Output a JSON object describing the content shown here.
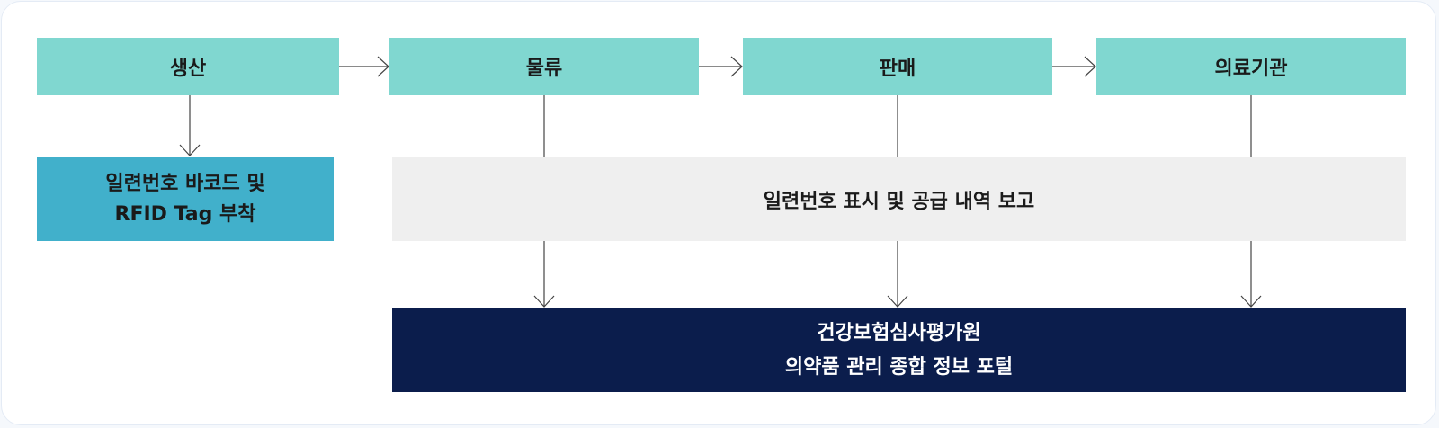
{
  "stages": [
    {
      "label": "생산"
    },
    {
      "label": "물류"
    },
    {
      "label": "판매"
    },
    {
      "label": "의료기관"
    }
  ],
  "rfid_box": {
    "line1": "일련번호 바코드 및",
    "line2": "RFID Tag 부착"
  },
  "report_box": {
    "label": "일련번호 표시 및 공급 내역 보고"
  },
  "portal_box": {
    "line1": "건강보험심사평가원",
    "line2": "의약품 관리 종합 정보 포털"
  },
  "colors": {
    "stage": "#80d7d0",
    "rfid": "#41b0cb",
    "report": "#efefef",
    "portal": "#0b1d4c",
    "connector": "#444444"
  }
}
